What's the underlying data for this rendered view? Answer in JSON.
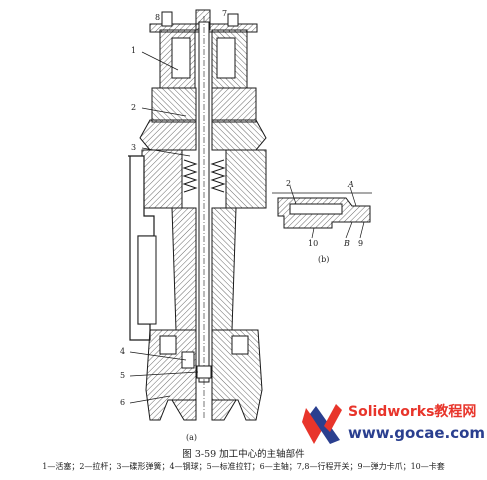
{
  "figure": {
    "part_labels": [
      "1",
      "2",
      "3",
      "4",
      "5",
      "6",
      "7",
      "8"
    ],
    "sub_a_label": "(a)",
    "sub_b_label": "(b)",
    "sub_b_labels": {
      "n2": "2",
      "A": "A",
      "n10": "10",
      "B": "B",
      "n9": "9"
    }
  },
  "caption": {
    "title": "图 3-59   加工中心的主轴部件",
    "legend": "1—活塞；2—拉杆；3—碟形弹簧；4—钢球；5—标准拉钉；6—主轴；7,8—行程开关；9—弹力卡爪；10—卡套"
  },
  "watermark": {
    "brand": "Solidworks教程网",
    "url": "www.gocae.com"
  },
  "colors": {
    "line": "#1a1a1a",
    "hatch": "#555555",
    "watermark_red": "#e8352b",
    "watermark_blue": "#2a3f8f"
  }
}
